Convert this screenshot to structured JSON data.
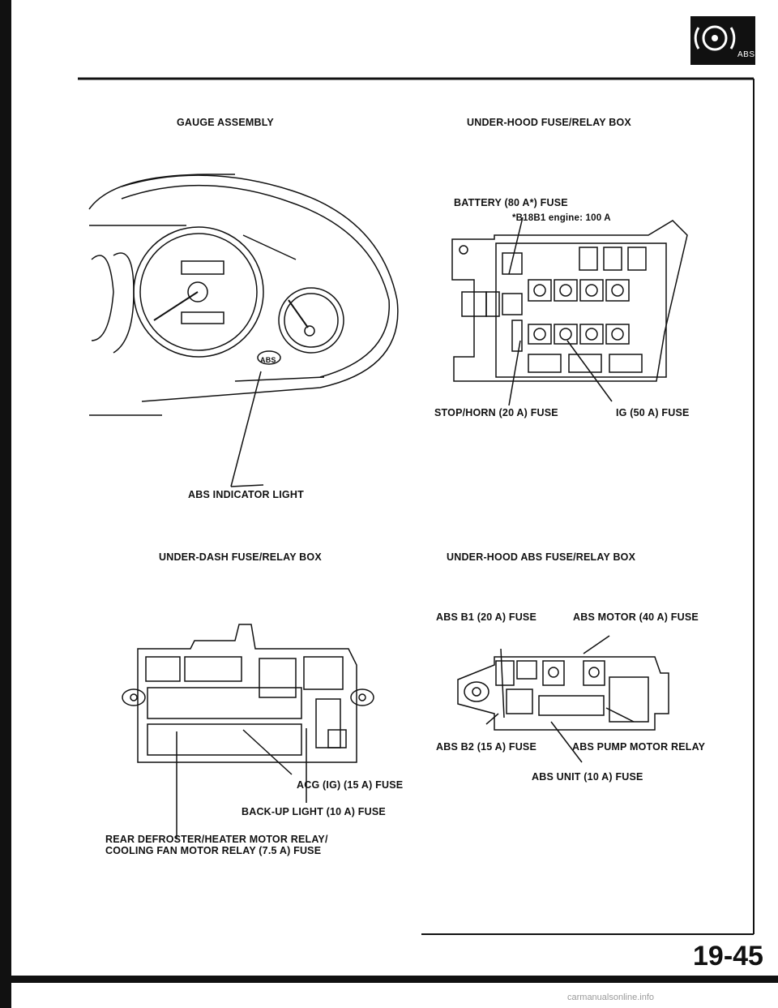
{
  "header": {
    "badge_label": "ABS"
  },
  "sections": {
    "gauge_assembly": {
      "title": "GAUGE ASSEMBLY",
      "callout_abs_indicator": "ABS INDICATOR LIGHT",
      "indicator_text": "ABS"
    },
    "under_hood_fuse_box": {
      "title": "UNDER-HOOD FUSE/RELAY BOX",
      "callout_battery": "BATTERY (80 A*) FUSE",
      "callout_battery_note": "*B18B1 engine: 100 A",
      "callout_stop_horn": "STOP/HORN (20 A) FUSE",
      "callout_ig": "IG (50 A) FUSE"
    },
    "under_dash_fuse_box": {
      "title": "UNDER-DASH FUSE/RELAY BOX",
      "callout_acg": "ACG (IG) (15 A) FUSE",
      "callout_backup": "BACK-UP LIGHT (10 A) FUSE",
      "callout_rear_defrost_1": "REAR DEFROSTER/HEATER MOTOR RELAY/",
      "callout_rear_defrost_2": "COOLING FAN MOTOR RELAY (7.5 A) FUSE"
    },
    "under_hood_abs_box": {
      "title": "UNDER-HOOD ABS FUSE/RELAY BOX",
      "callout_abs_b1": "ABS B1 (20 A) FUSE",
      "callout_abs_motor": "ABS MOTOR (40 A) FUSE",
      "callout_abs_b2": "ABS B2 (15 A) FUSE",
      "callout_abs_pump_relay": "ABS PUMP MOTOR RELAY",
      "callout_abs_unit": "ABS UNIT (10 A) FUSE"
    }
  },
  "footer": {
    "page_number": "19-45",
    "watermark": "carmanualsonline.info"
  }
}
